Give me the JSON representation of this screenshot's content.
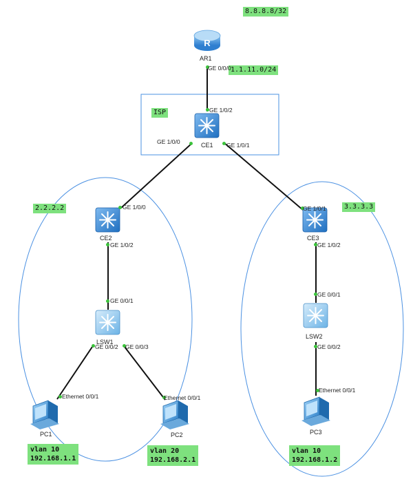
{
  "labels": {
    "ar1_ip": "8.8.8.8/32",
    "ar1_link": "1.1.11.0/24",
    "isp": "ISP",
    "ce2_loop": "2.2.2.2",
    "ce3_loop": "3.3.3.3"
  },
  "devices": {
    "ar1": "AR1",
    "ce1": "CE1",
    "ce2": "CE2",
    "ce3": "CE3",
    "lsw1": "LSW1",
    "lsw2": "LSW2",
    "pc1": "PC1",
    "pc2": "PC2",
    "pc3": "PC3"
  },
  "ports": {
    "ar1_ge000": "GE 0/0/0",
    "ce1_ge102": "GE 1/0/2",
    "ce1_ge100": "GE 1/0/0",
    "ce1_ge101": "GE 1/0/1",
    "ce2_ge100": "GE 1/0/0",
    "ce2_ge102": "GE 1/0/2",
    "ce3_ge101": "GE 1/0/1",
    "ce3_ge102": "GE 1/0/2",
    "lsw1_ge001": "GE 0/0/1",
    "lsw1_ge002": "GE 0/0/2",
    "lsw1_ge003": "GE 0/0/3",
    "lsw2_ge001": "GE 0/0/1",
    "lsw2_ge002": "GE 0/0/2",
    "pc1_eth": "Ethernet 0/0/1",
    "pc2_eth": "Ethernet 0/0/1",
    "pc3_eth": "Ethernet 0/0/1"
  },
  "pc_info": {
    "pc1": {
      "vlan": "vlan 10",
      "ip": "192.168.1.1"
    },
    "pc2": {
      "vlan": "vlan 20",
      "ip": "192.168.2.1"
    },
    "pc3": {
      "vlan": "vlan 10",
      "ip": "192.168.1.2"
    }
  },
  "colors": {
    "label_bg": "#7ee17e",
    "link_dot": "#3cc43c",
    "boundary": "#4a90e2",
    "router": "#3b8fd8",
    "switch": "#2f7fd0",
    "l2switch": "#6cb3e6",
    "pc": "#2e8fd6"
  }
}
